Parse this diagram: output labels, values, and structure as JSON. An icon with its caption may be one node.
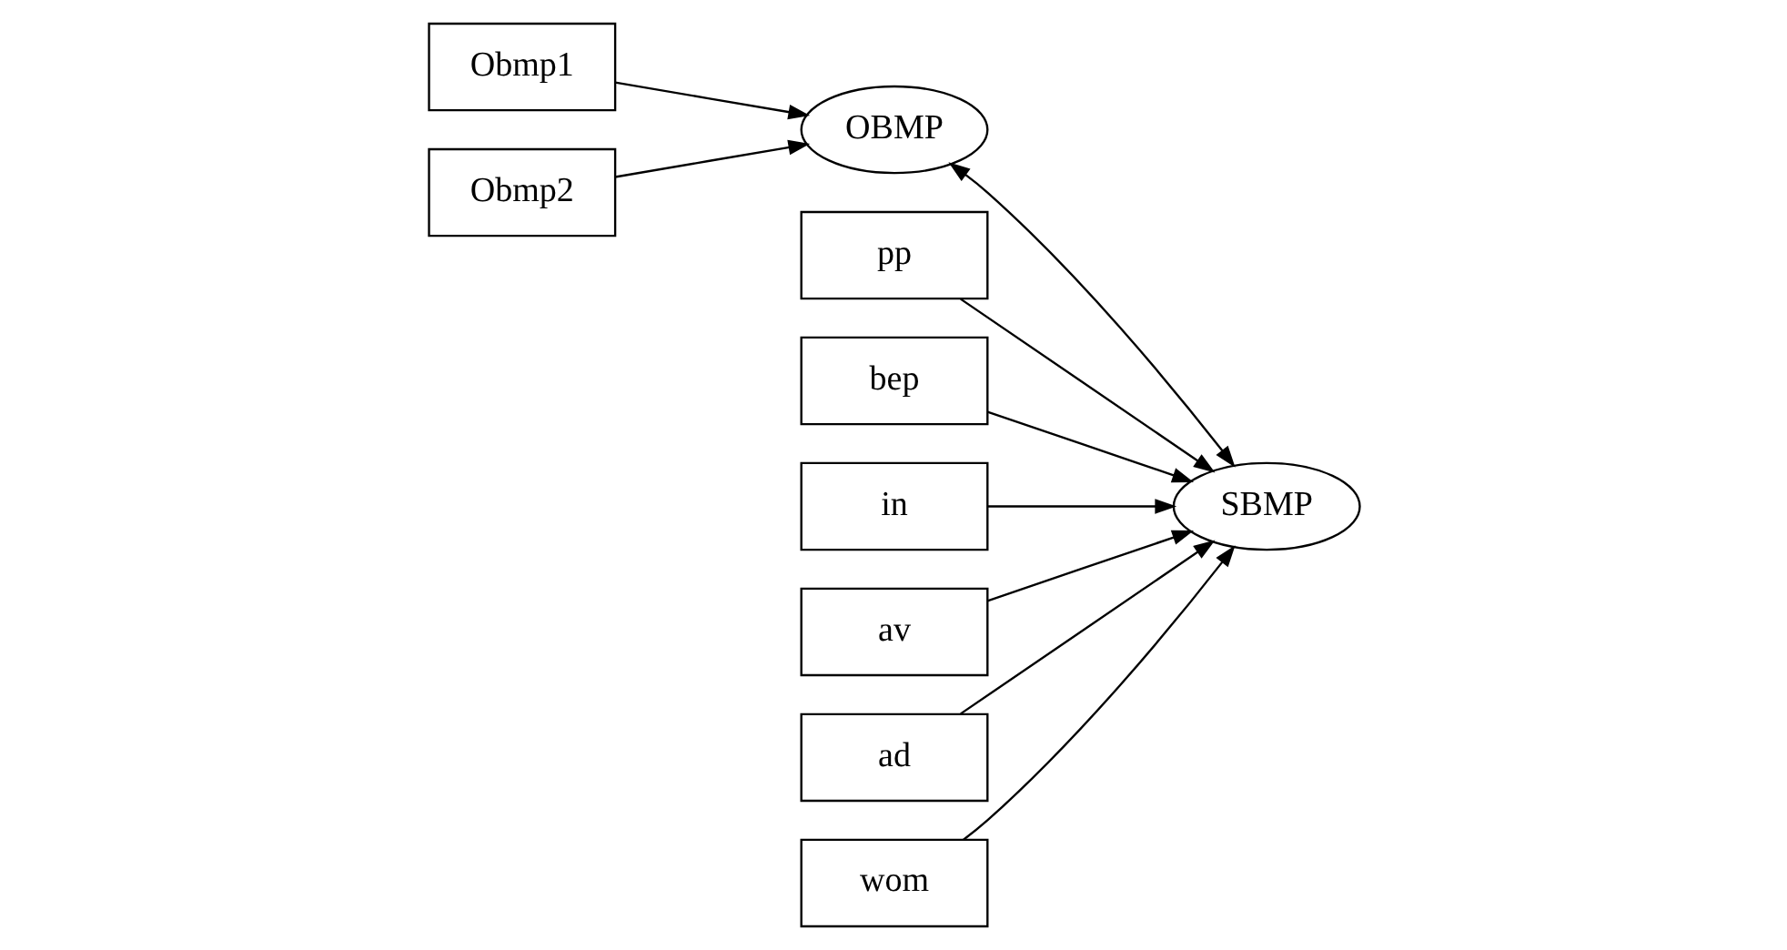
{
  "diagram": {
    "nodes": [
      {
        "text": [
          "Obmp1"
        ]
      },
      {
        "text": [
          "Obmp2"
        ]
      },
      {
        "text": [
          "OBMP"
        ]
      },
      {
        "text": [
          "SBMP"
        ]
      },
      {
        "text": [
          "pp"
        ]
      },
      {
        "text": [
          "bep"
        ]
      },
      {
        "text": [
          "in"
        ]
      },
      {
        "text": [
          "av"
        ]
      },
      {
        "text": [
          "ad"
        ]
      },
      {
        "text": [
          "wom"
        ]
      }
    ],
    "edges": [
      {
        "from": 0,
        "to": 2,
        "arrow": "to"
      },
      {
        "from": 1,
        "to": 2,
        "arrow": "to"
      },
      {
        "from": 2,
        "to": 3,
        "arrow": "both"
      },
      {
        "from": 4,
        "to": 3,
        "arrow": "to"
      },
      {
        "from": 5,
        "to": 3,
        "arrow": "to"
      },
      {
        "from": 6,
        "to": 3,
        "arrow": "to"
      },
      {
        "from": 7,
        "to": 3,
        "arrow": "to"
      },
      {
        "from": 8,
        "to": 3,
        "arrow": "to"
      },
      {
        "from": 9,
        "to": 3,
        "arrow": "to"
      }
    ]
  }
}
